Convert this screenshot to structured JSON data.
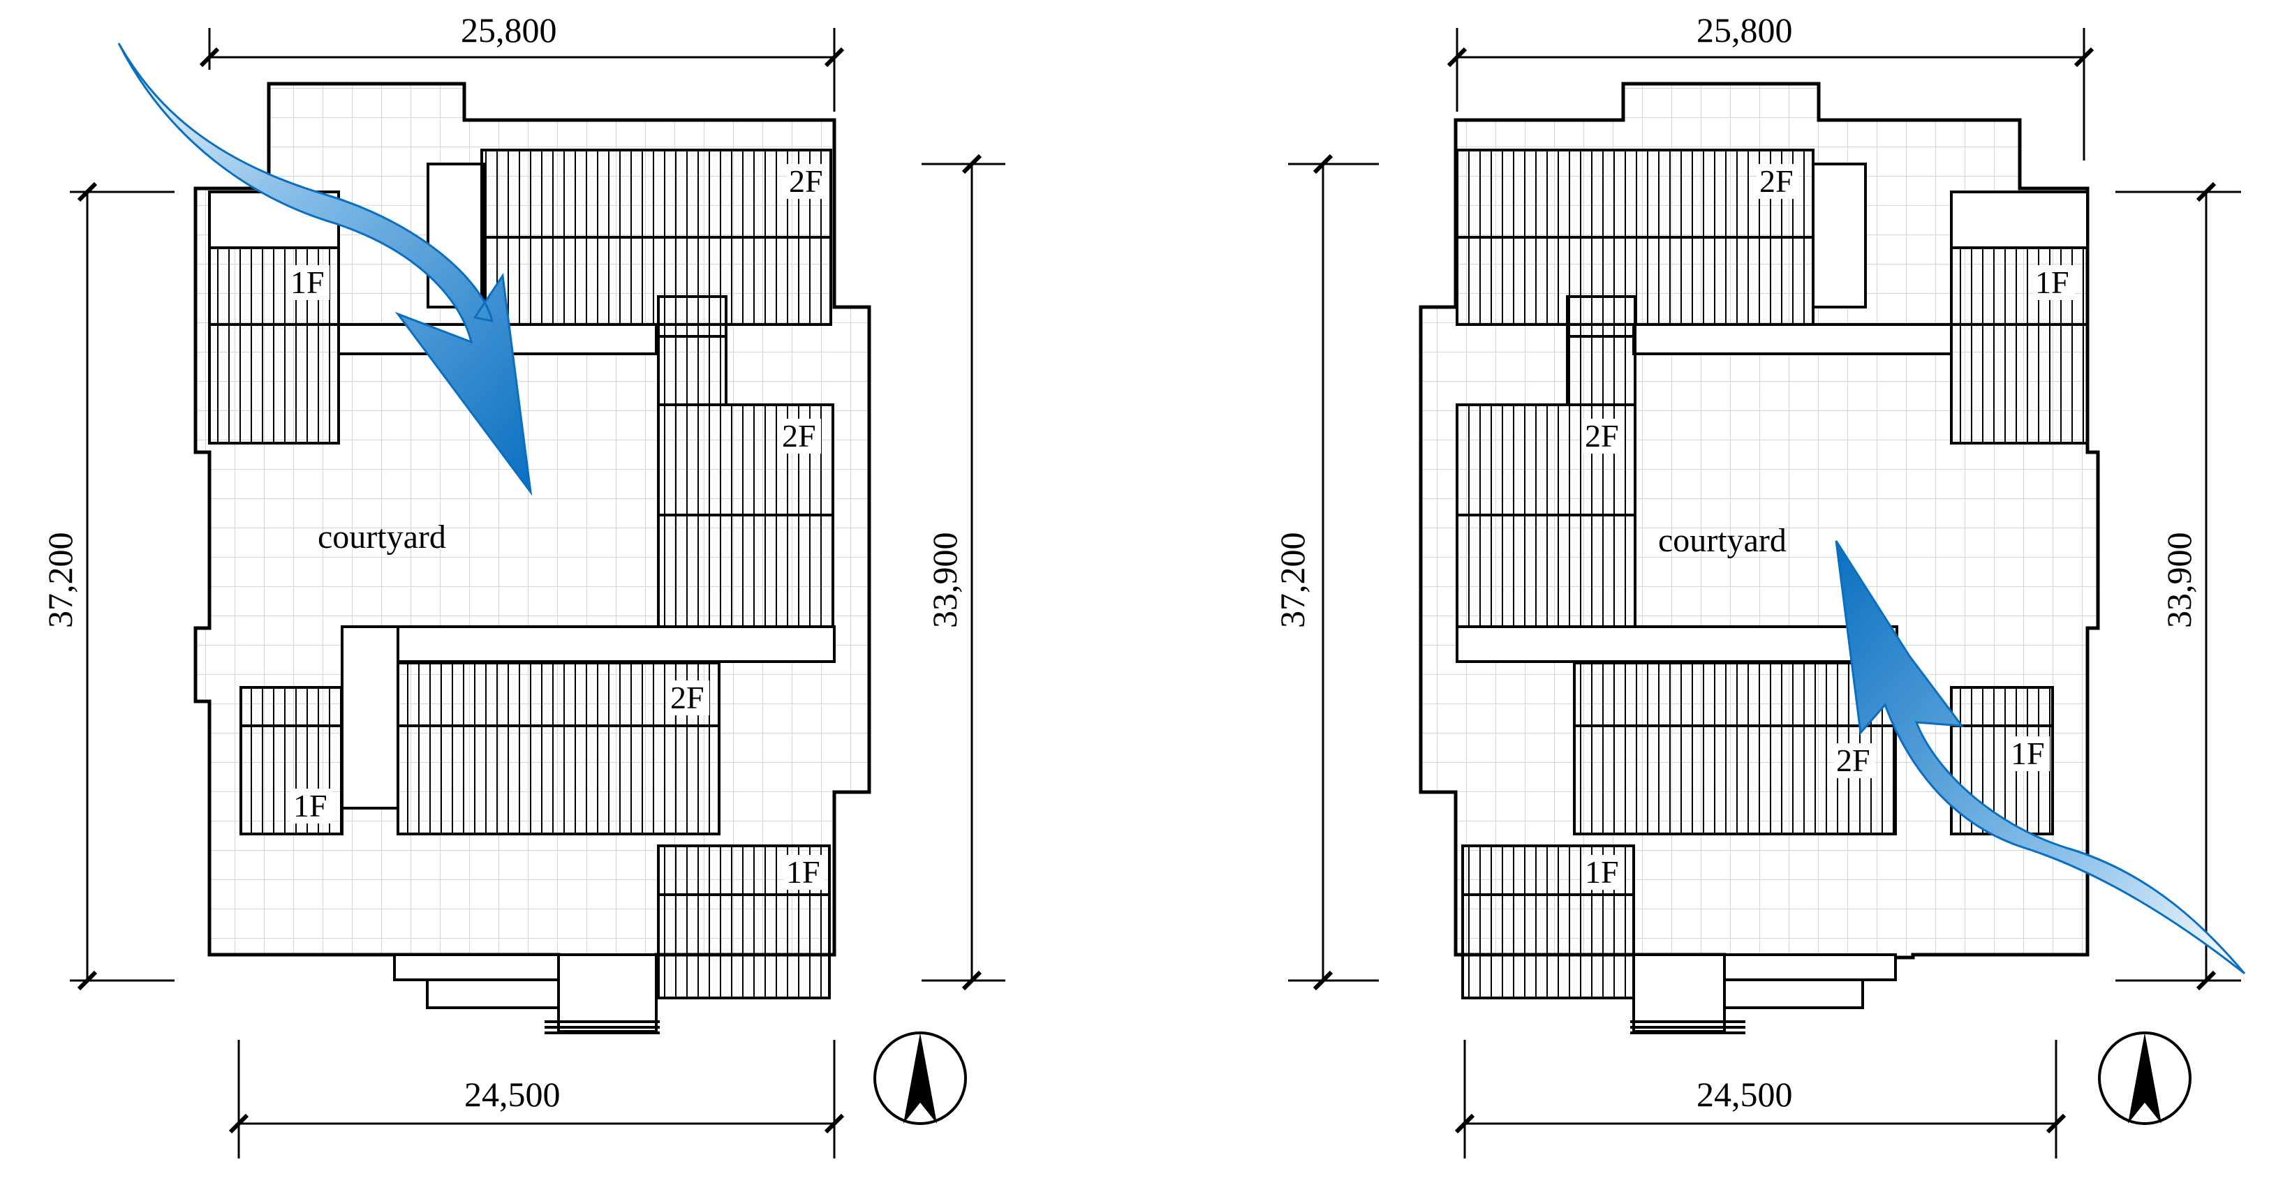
{
  "plans": [
    {
      "id": "left",
      "dimensions": {
        "top": "25,800",
        "bottom": "24,500",
        "left": "37,200",
        "right": "33,900"
      },
      "courtyard_label": "courtyard",
      "floor_labels": [
        "2F",
        "1F",
        "2F",
        "2F",
        "1F",
        "1F"
      ],
      "north_arrow": "north-arrow-icon",
      "wind_arrow": "wind-arrow-icon"
    },
    {
      "id": "right",
      "dimensions": {
        "top": "25,800",
        "bottom": "24,500",
        "left": "37,200",
        "right": "33,900"
      },
      "courtyard_label": "courtyard",
      "floor_labels": [
        "2F",
        "1F",
        "2F",
        "2F",
        "1F",
        "1F"
      ],
      "north_arrow": "north-arrow-icon",
      "wind_arrow": "wind-arrow-icon"
    }
  ],
  "colors": {
    "line": "#000000",
    "grid": "#d9d9d9",
    "arrow_dark": "#0a6fc0",
    "arrow_light": "#e6f2fb"
  }
}
